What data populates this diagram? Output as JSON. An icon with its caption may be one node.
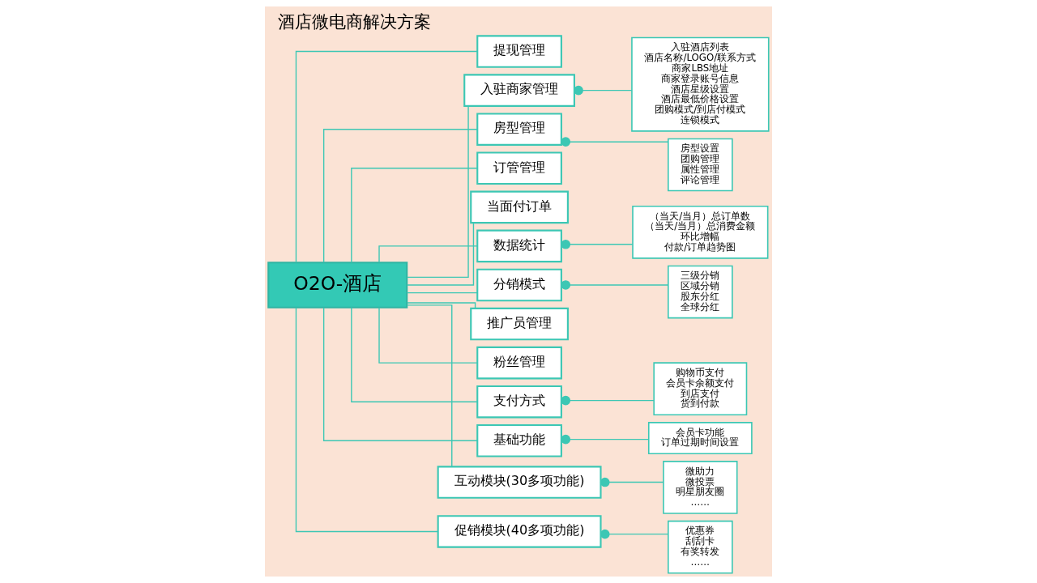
{
  "diagram": {
    "title": "酒店微电商解决方案",
    "nodes": [
      {
        "text": [
          "O2O-酒店"
        ]
      },
      {
        "text": [
          "提现管理"
        ]
      },
      {
        "text": [
          "入驻商家管理"
        ]
      },
      {
        "text": [
          "入驻酒店列表",
          "酒店名称/LOGO/联系方式",
          "商家LBS地址",
          "商家登录账号信息",
          "酒店星级设置",
          "酒店最低价格设置",
          "团购模式/到店付模式",
          "连锁模式"
        ]
      },
      {
        "text": [
          "房型管理"
        ]
      },
      {
        "text": [
          "房型设置",
          "团购管理",
          "属性管理",
          "评论管理"
        ]
      },
      {
        "text": [
          "订管管理"
        ]
      },
      {
        "text": [
          "当面付订单"
        ]
      },
      {
        "text": [
          "数据统计"
        ]
      },
      {
        "text": [
          "（当天/当月）总订单数",
          "（当天/当月）总消费金额",
          "环比增幅",
          "付款/订单趋势图"
        ]
      },
      {
        "text": [
          "分销模式"
        ]
      },
      {
        "text": [
          "三级分销",
          "区域分销",
          "股东分红",
          "全球分红"
        ]
      },
      {
        "text": [
          "推广员管理"
        ]
      },
      {
        "text": [
          "粉丝管理"
        ]
      },
      {
        "text": [
          "支付方式"
        ]
      },
      {
        "text": [
          "购物币支付",
          "会员卡余额支付",
          "到店支付",
          "货到付款"
        ]
      },
      {
        "text": [
          "基础功能"
        ]
      },
      {
        "text": [
          "会员卡功能",
          "订单过期时间设置"
        ]
      },
      {
        "text": [
          "互动模块(30多项功能)"
        ]
      },
      {
        "text": [
          "微助力",
          "微投票",
          "明星朋友圈",
          "……"
        ]
      },
      {
        "text": [
          "促销模块(40多项功能)"
        ]
      },
      {
        "text": [
          "优惠券",
          "刮刮卡",
          "有奖转发",
          "……"
        ]
      }
    ],
    "edges": [
      {
        "from": 0,
        "to": 1,
        "arrow": "none"
      },
      {
        "from": 0,
        "to": 2,
        "arrow": "none"
      },
      {
        "from": 2,
        "to": 3,
        "arrow": "other"
      },
      {
        "from": 0,
        "to": 4,
        "arrow": "none"
      },
      {
        "from": 4,
        "to": 5,
        "arrow": "other"
      },
      {
        "from": 0,
        "to": 6,
        "arrow": "none"
      },
      {
        "from": 0,
        "to": 7,
        "arrow": "none"
      },
      {
        "from": 0,
        "to": 8,
        "arrow": "none"
      },
      {
        "from": 8,
        "to": 9,
        "arrow": "other"
      },
      {
        "from": 0,
        "to": 10,
        "arrow": "none"
      },
      {
        "from": 10,
        "to": 11,
        "arrow": "other"
      },
      {
        "from": 0,
        "to": 12,
        "arrow": "none"
      },
      {
        "from": 0,
        "to": 13,
        "arrow": "none"
      },
      {
        "from": 0,
        "to": 14,
        "arrow": "none"
      },
      {
        "from": 14,
        "to": 15,
        "arrow": "other"
      },
      {
        "from": 0,
        "to": 16,
        "arrow": "none"
      },
      {
        "from": 16,
        "to": 17,
        "arrow": "other"
      },
      {
        "from": 0,
        "to": 18,
        "arrow": "none"
      },
      {
        "from": 18,
        "to": 19,
        "arrow": "other"
      },
      {
        "from": 0,
        "to": 20,
        "arrow": "none"
      },
      {
        "from": 20,
        "to": 21,
        "arrow": "other"
      }
    ]
  }
}
